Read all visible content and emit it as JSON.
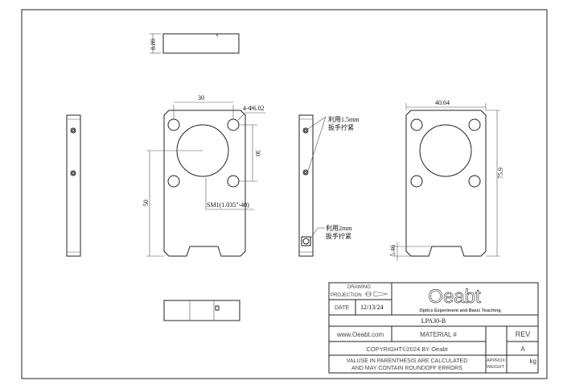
{
  "drawing": {
    "dims": {
      "top_thickness": "8.89",
      "hole_spacing_h": "30",
      "hole_callout": "4-Φ6.02",
      "hole_spacing_v": "30",
      "center_height": "50",
      "thread_callout": "SM1(1.035\"-40)",
      "width": "40.64",
      "height": "75.9",
      "notch_height": "5.46"
    },
    "notes": {
      "note1_line1": "利用1.5mm",
      "note1_line2": "扳手拧紧",
      "note2_line1": "利用2mm",
      "note2_line2": "扳手拧紧"
    }
  },
  "title_block": {
    "drawing_label": "DRAWING",
    "projection_label": "PROJECTION",
    "date_label": "DATE",
    "date": "12/13/24",
    "logo": "Oeabt",
    "tagline": "Optics Experiment and Basic Teaching",
    "part_number": "LPA30-B",
    "website": "www.Oeabt.com",
    "material_label": "MATERIAL #",
    "rev_label": "REV",
    "rev": "A",
    "copyright": "COPYRIGHT©2024 BY Oeabt",
    "note_line1": "VALUSE IN PARENTHESIS ARE CALCULATED",
    "note_line2": "AND MAY CONTAIN ROUNDOFF ERRORS",
    "approx_label": "APPROX",
    "weight_label": "WEIGHT",
    "weight_unit": "kg"
  }
}
